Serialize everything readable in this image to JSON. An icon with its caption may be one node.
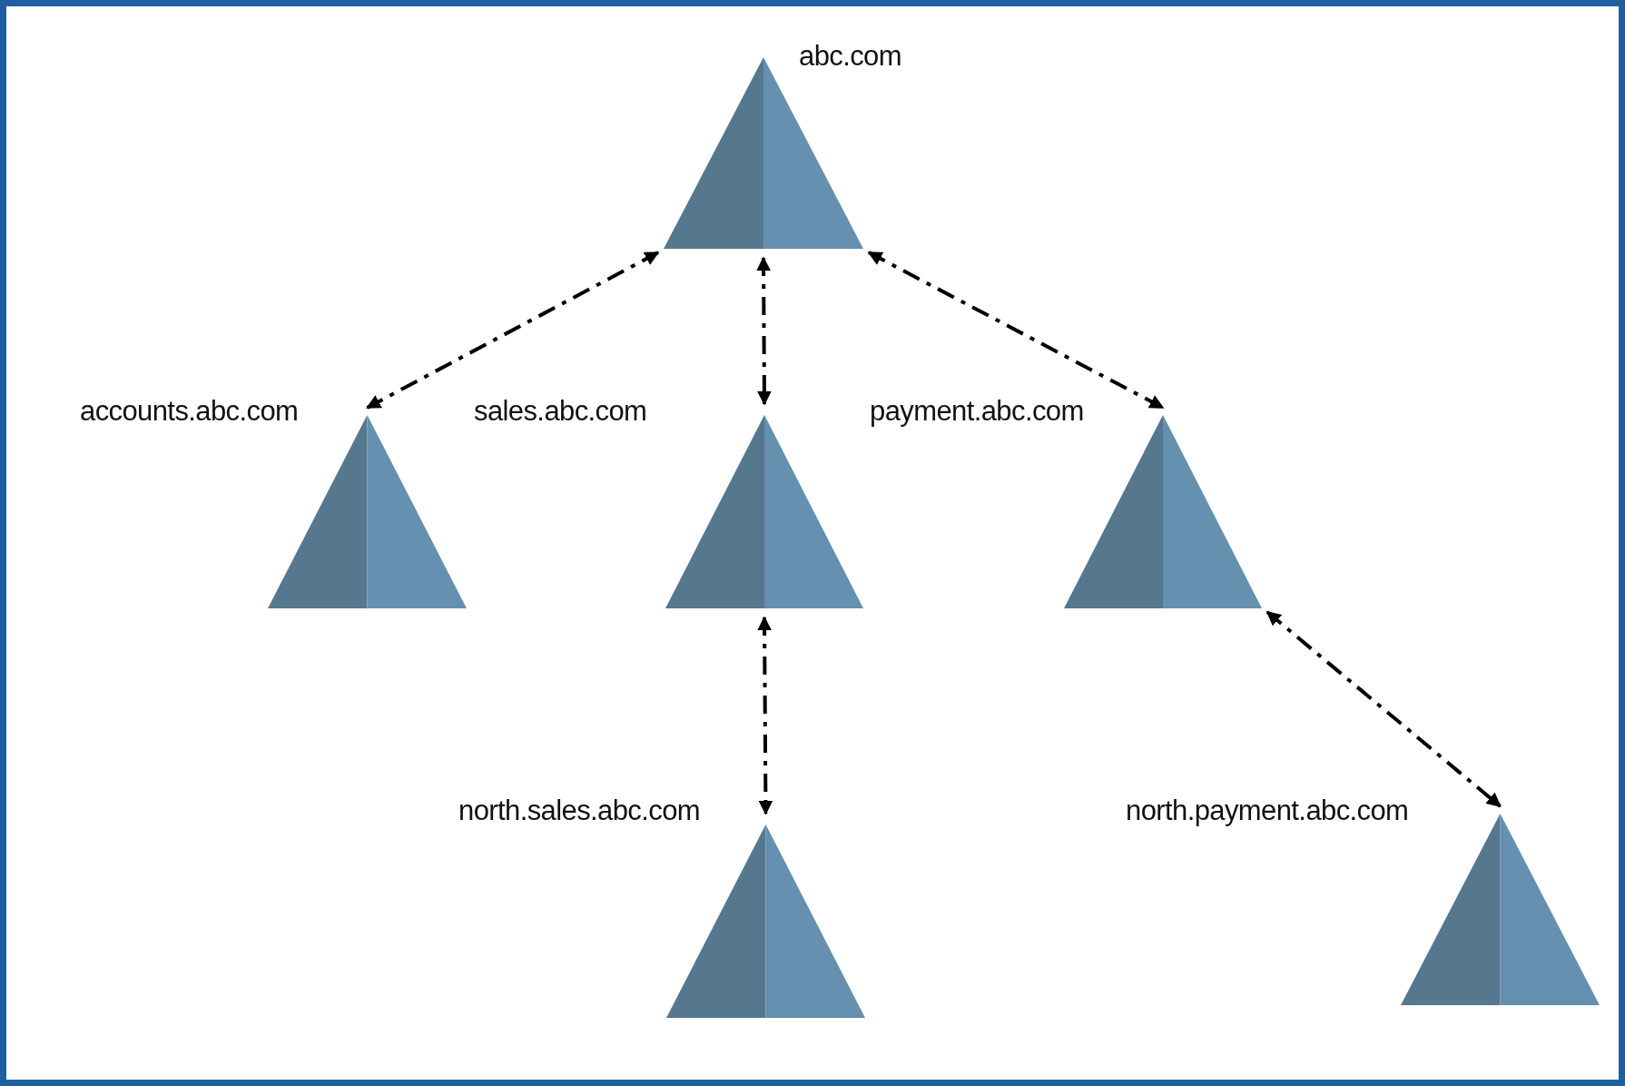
{
  "diagram": {
    "nodes": [
      {
        "text": [
          "abc.com"
        ]
      },
      {
        "text": [
          "accounts.abc.com"
        ]
      },
      {
        "text": [
          "sales.abc.com"
        ]
      },
      {
        "text": [
          "payment.abc.com"
        ]
      },
      {
        "text": [
          "north.sales.abc.com"
        ]
      },
      {
        "text": [
          "north.payment.abc.com"
        ]
      }
    ],
    "edges": [
      {
        "from": 0,
        "to": 1,
        "arrow": "both",
        "style": "dashed"
      },
      {
        "from": 0,
        "to": 2,
        "arrow": "both",
        "style": "dashed"
      },
      {
        "from": 0,
        "to": 3,
        "arrow": "both",
        "style": "dashed"
      },
      {
        "from": 2,
        "to": 4,
        "arrow": "both",
        "style": "dashed"
      },
      {
        "from": 3,
        "to": 5,
        "arrow": "both",
        "style": "dashed"
      }
    ]
  }
}
